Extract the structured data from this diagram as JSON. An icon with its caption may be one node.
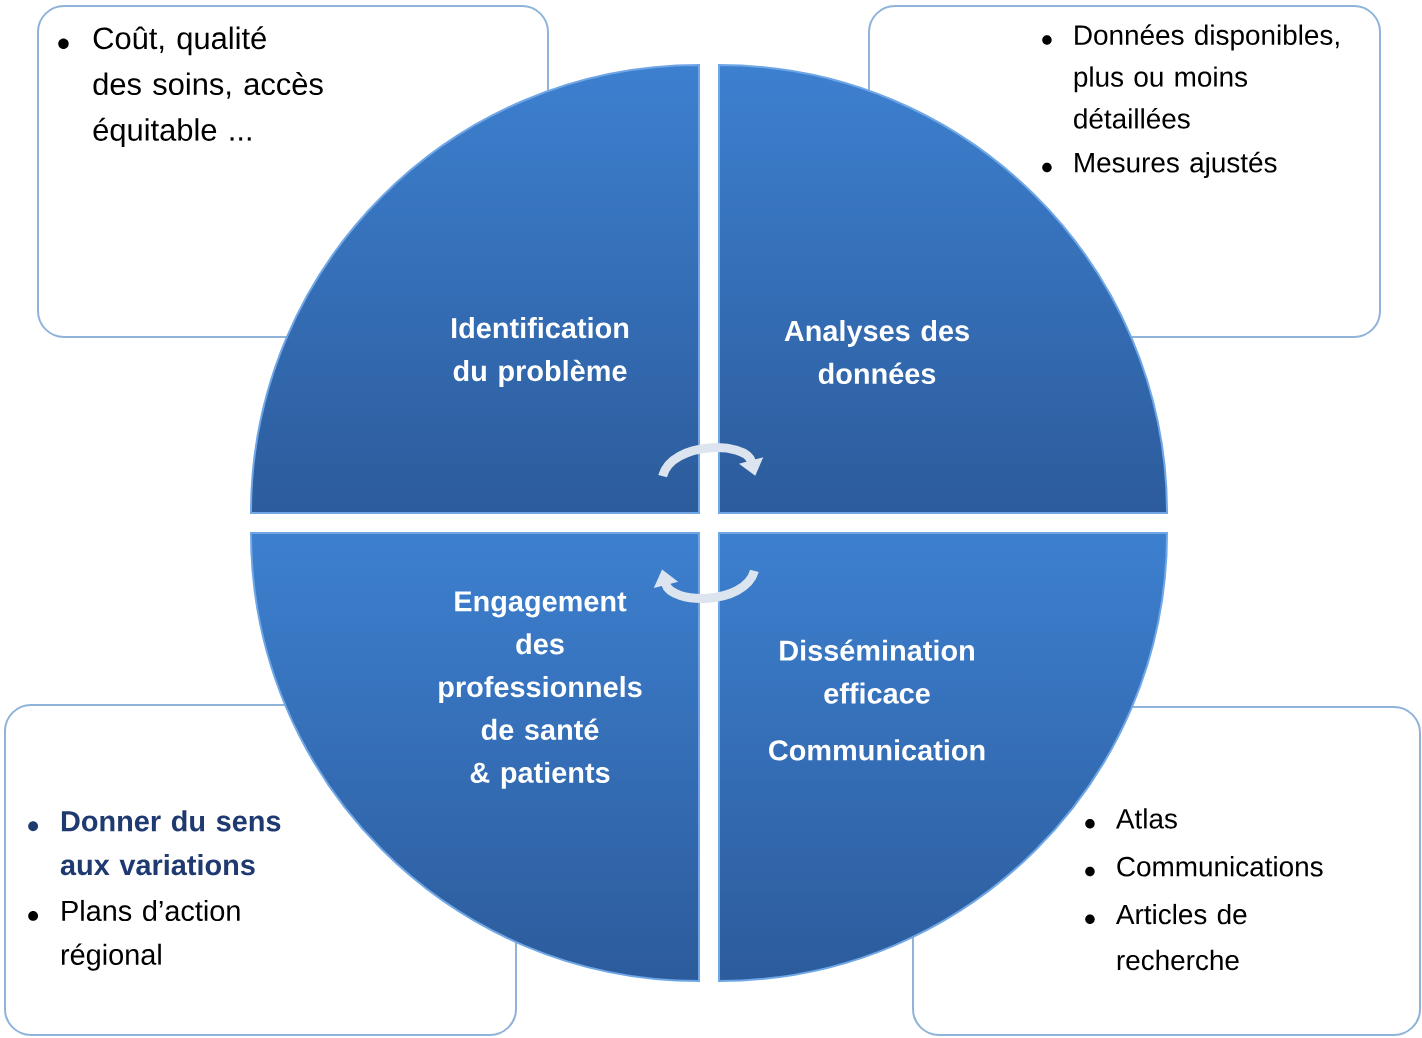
{
  "diagram": {
    "nodes": [
      {
        "text": [
          "Coût, qualité des soins, accès équitable ..."
        ]
      },
      {
        "text": [
          "Données disponibles, plus ou moins détaillées",
          "Mesures ajustés"
        ]
      },
      {
        "text": [
          "Identification du problème"
        ]
      },
      {
        "text": [
          "Analyses des données"
        ]
      },
      {
        "text": [
          "Engagement des professionnels de santé & patients"
        ]
      },
      {
        "text": [
          "Dissémination efficace",
          "Communication"
        ]
      },
      {
        "text": [
          "Donner du sens aux variations",
          "Plans d’action régional"
        ]
      },
      {
        "text": [
          "Atlas",
          "Communications",
          "Articles de recherche"
        ]
      }
    ],
    "edges": [
      {
        "from": 2,
        "to": 3,
        "arrow": "to"
      },
      {
        "from": 5,
        "to": 4,
        "arrow": "to"
      }
    ]
  }
}
